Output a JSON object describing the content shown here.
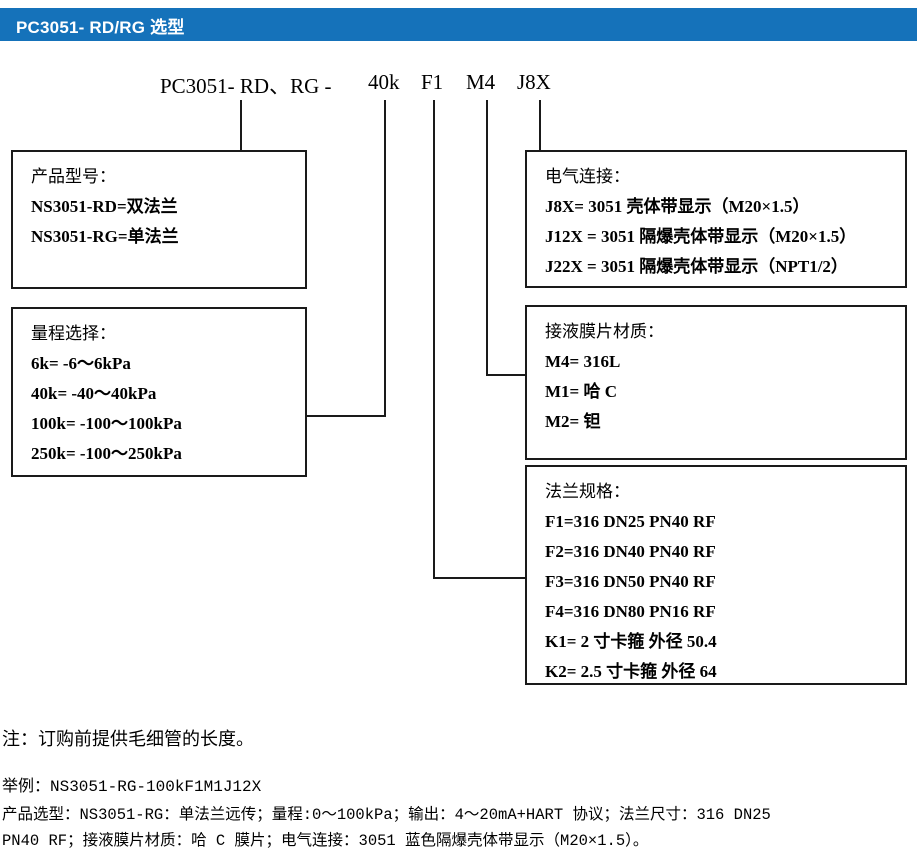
{
  "header": {
    "title": "PC3051- RD/RG 选型",
    "bar_color": "#1572ba",
    "text_color": "#ffffff"
  },
  "model_code": {
    "base": "PC3051- RD、RG -",
    "range_code": "40k",
    "flange_code": "F1",
    "diaphragm_code": "M4",
    "electrical_code": "J8X"
  },
  "boxes": {
    "model": {
      "title": "产品型号：",
      "lines": [
        "NS3051-RD=双法兰",
        "NS3051-RG=单法兰"
      ]
    },
    "range": {
      "title": "量程选择：",
      "lines": [
        "6k= -6～6kPa",
        "40k= -40～40kPa",
        "100k= -100～100kPa",
        "250k= -100～250kPa"
      ]
    },
    "electrical": {
      "title": "电气连接：",
      "lines": [
        "J8X= 3051 壳体带显示（M20×1.5）",
        "J12X = 3051 隔爆壳体带显示（M20×1.5）",
        "J22X = 3051 隔爆壳体带显示（NPT1/2）"
      ]
    },
    "diaphragm": {
      "title": "接液膜片材质：",
      "lines": [
        "M4= 316L",
        "M1= 哈 C",
        "M2= 钽"
      ]
    },
    "flange": {
      "title": "法兰规格：",
      "lines": [
        "F1=316 DN25 PN40 RF",
        "F2=316 DN40 PN40 RF",
        "F3=316 DN50 PN40 RF",
        "F4=316 DN80 PN16 RF",
        "K1= 2 寸卡箍  外径 50.4",
        "K2= 2.5 寸卡箍  外径 64"
      ]
    }
  },
  "footer": {
    "note": "注：订购前提供毛细管的长度。",
    "example_label": "举例：NS3051-RG-100kF1M1J12X",
    "selection_line1": "产品选型：NS3051-RG：单法兰远传；量程:0～100kPa；输出：4～20mA+HART 协议；法兰尺寸：316 DN25",
    "selection_line2": "PN40 RF；接液膜片材质：哈 C 膜片；电气连接：3051 蓝色隔爆壳体带显示（M20×1.5）。"
  }
}
